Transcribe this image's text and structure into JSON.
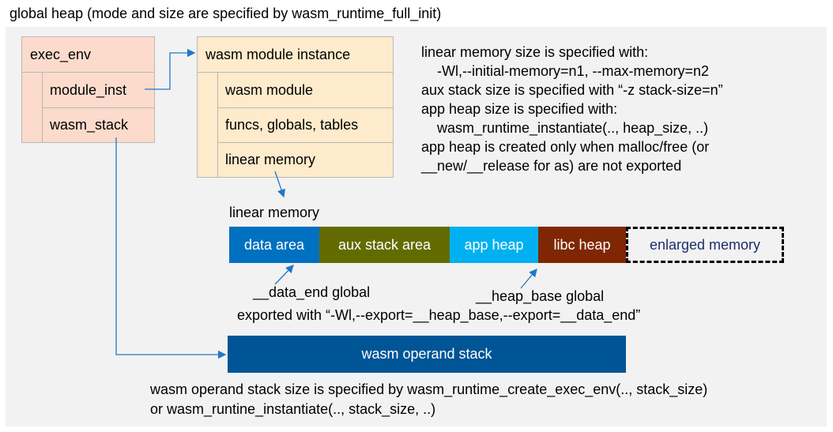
{
  "title": "global heap (mode and size are specified by wasm_runtime_full_init)",
  "exec_env": {
    "header": "exec_env",
    "rows": [
      "module_inst",
      "wasm_stack"
    ]
  },
  "module_instance": {
    "header": "wasm module instance",
    "rows": [
      "wasm module",
      "funcs, globals, tables",
      "linear memory"
    ]
  },
  "notes": [
    "linear memory size is specified with:",
    "    -Wl,--initial-memory=n1, --max-memory=n2",
    "aux stack size is specified with “-z stack-size=n”",
    "app heap size is specified with:",
    "    wasm_runtime_instantiate(.., heap_size, ..)",
    "app heap is created only when malloc/free (or",
    "__new/__release for as) are not exported"
  ],
  "linear_memory": {
    "label": "linear memory",
    "segments": [
      {
        "label": "data area",
        "color": "#0070c0"
      },
      {
        "label": "aux stack area",
        "color": "#636b00"
      },
      {
        "label": "app heap",
        "color": "#00b0f0"
      },
      {
        "label": "libc heap",
        "color": "#7f2704"
      },
      {
        "label": "enlarged memory",
        "color": "#1f2d6b"
      }
    ]
  },
  "data_end_label": "__data_end global",
  "heap_base_label": "__heap_base global",
  "export_note": "exported with “-Wl,--export=__heap_base,--export=__data_end”",
  "operand_stack": {
    "label": "wasm operand stack",
    "color": "#005596"
  },
  "bottom_notes": [
    "wasm operand stack size is specified by wasm_runtime_create_exec_env(.., stack_size)",
    "or wasm_runtine_instantiate(.., stack_size, ..)"
  ]
}
